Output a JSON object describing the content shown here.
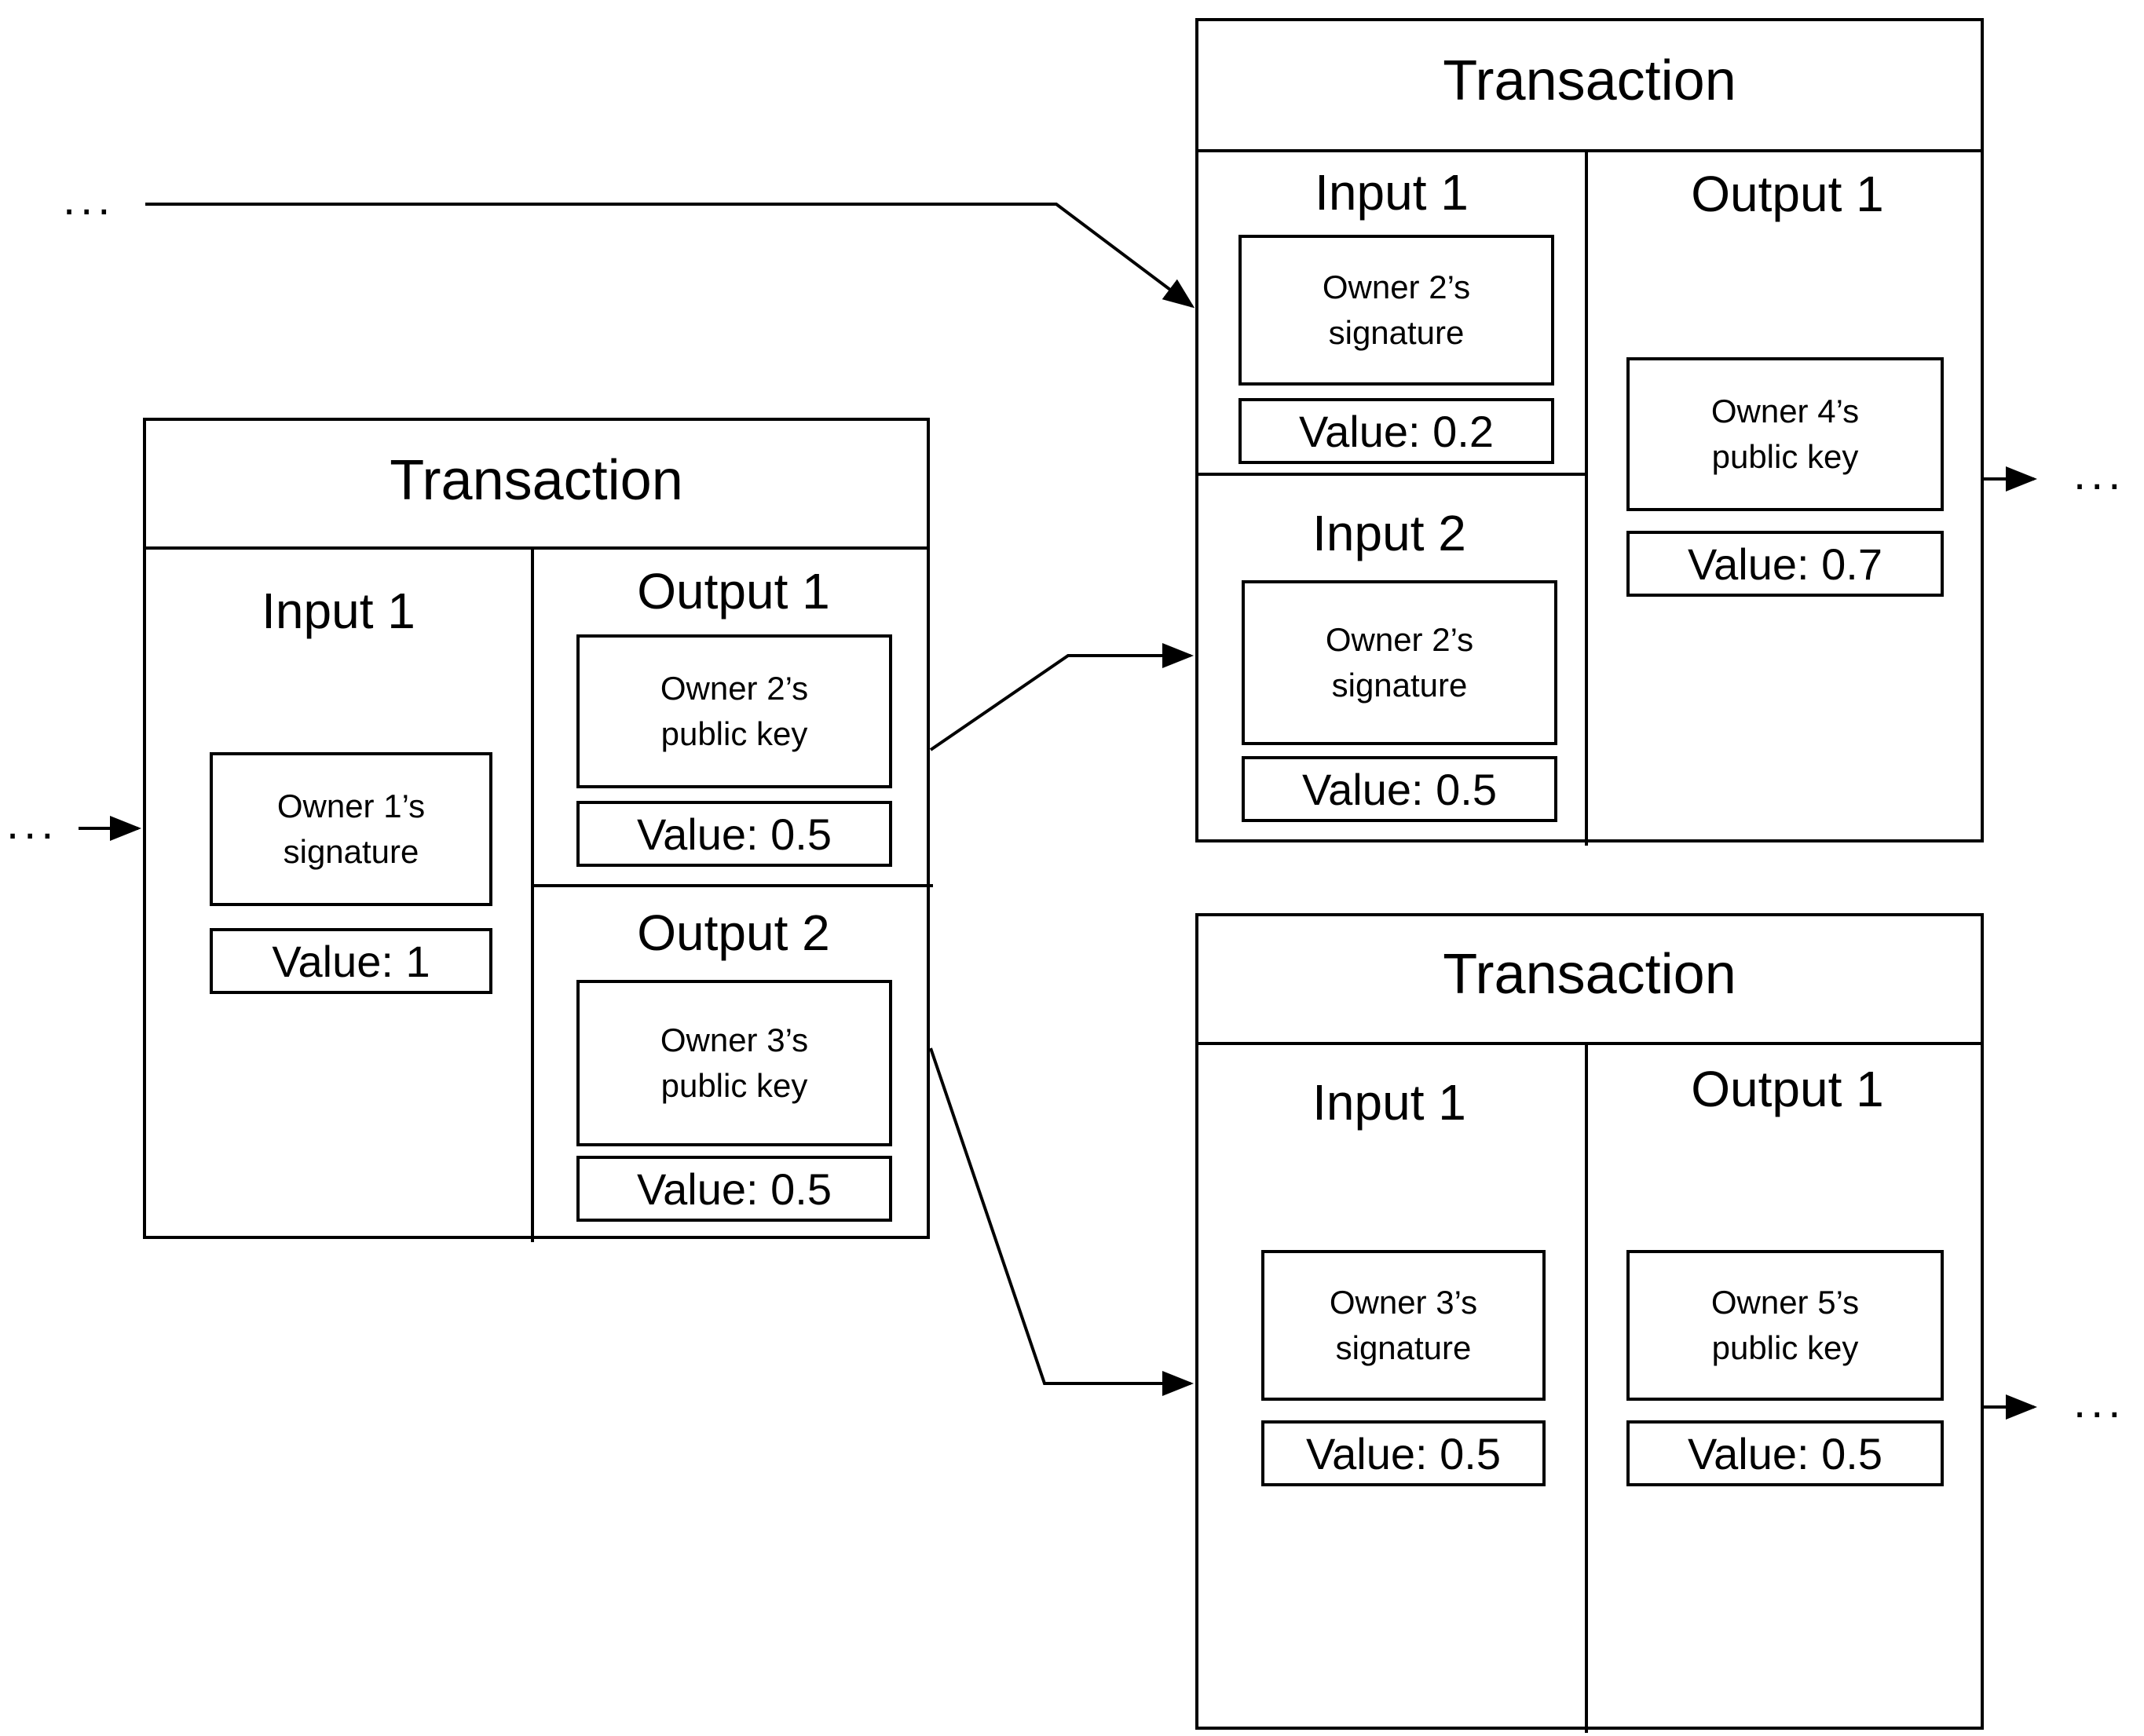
{
  "ellipsis": "...",
  "transaction_left": {
    "title": "Transaction",
    "input1": {
      "label": "Input 1",
      "signature": "Owner 1’s\nsignature",
      "value": "Value: 1"
    },
    "output1": {
      "label": "Output 1",
      "key": "Owner 2’s\npublic key",
      "value": "Value: 0.5"
    },
    "output2": {
      "label": "Output 2",
      "key": "Owner 3’s\npublic key",
      "value": "Value: 0.5"
    }
  },
  "transaction_top_right": {
    "title": "Transaction",
    "input1": {
      "label": "Input 1",
      "signature": "Owner 2’s\nsignature",
      "value": "Value: 0.2"
    },
    "input2": {
      "label": "Input 2",
      "signature": "Owner 2’s\nsignature",
      "value": "Value: 0.5"
    },
    "output1": {
      "label": "Output 1",
      "key": "Owner 4’s\npublic key",
      "value": "Value: 0.7"
    }
  },
  "transaction_bottom_right": {
    "title": "Transaction",
    "input1": {
      "label": "Input 1",
      "signature": "Owner 3’s\nsignature",
      "value": "Value: 0.5"
    },
    "output1": {
      "label": "Output 1",
      "key": "Owner 5’s\npublic key",
      "value": "Value: 0.5"
    }
  }
}
